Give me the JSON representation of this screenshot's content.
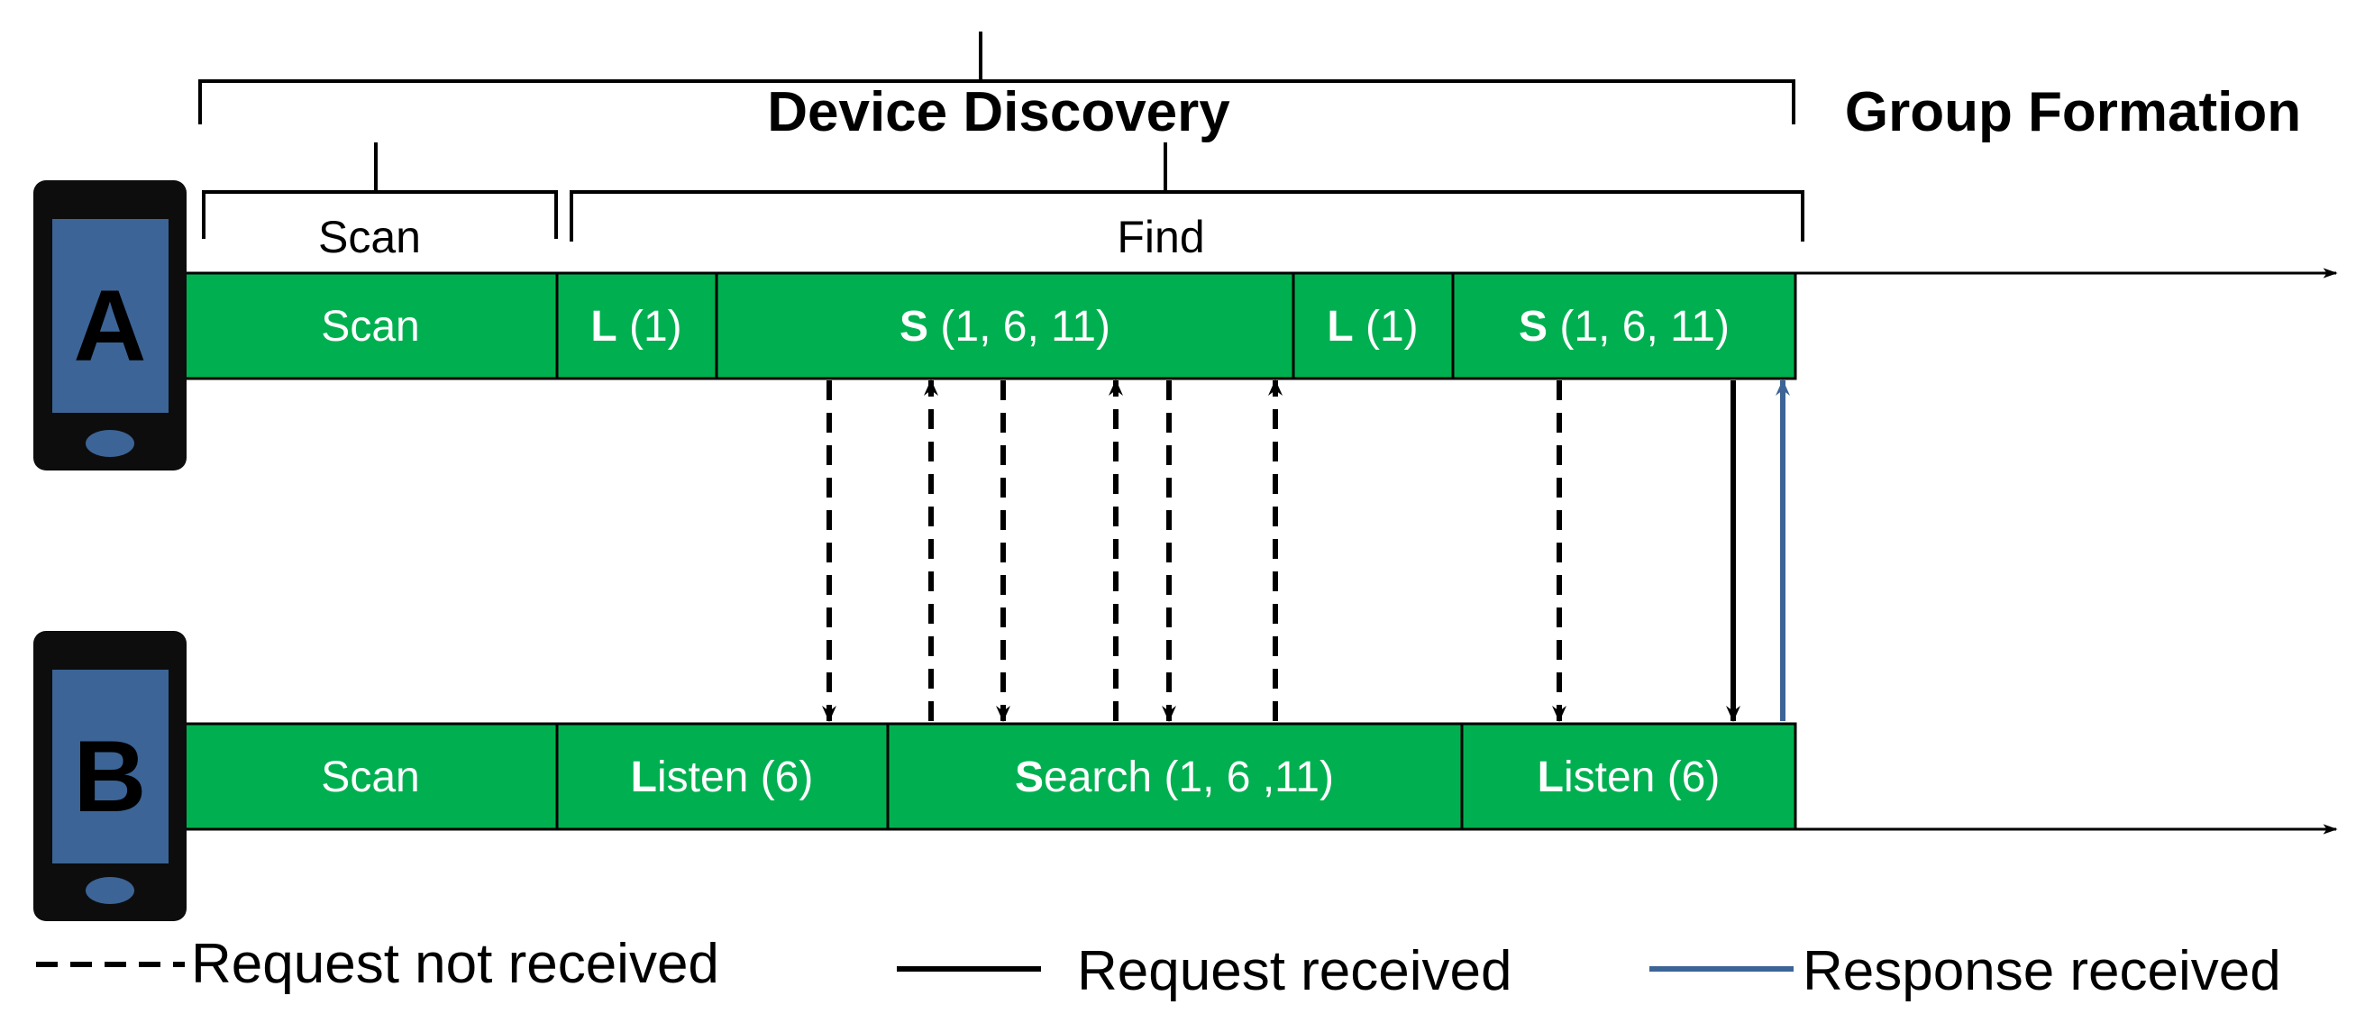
{
  "titles": {
    "device_discovery": "Device Discovery",
    "group_formation": "Group Formation",
    "scan": "Scan",
    "find": "Find"
  },
  "devices": [
    {
      "letter": "A",
      "segments": [
        {
          "bold": "",
          "rest": "Scan"
        },
        {
          "bold": "L",
          "rest": " (1)"
        },
        {
          "bold": "S",
          "rest": " (1, 6, 11)"
        },
        {
          "bold": "L",
          "rest": " (1)"
        },
        {
          "bold": "S",
          "rest": " (1, 6, 11)"
        }
      ]
    },
    {
      "letter": "B",
      "segments": [
        {
          "bold": "",
          "rest": "Scan"
        },
        {
          "bold": "L",
          "rest": "isten (6)"
        },
        {
          "bold": "S",
          "rest": "earch (1, 6 ,11)"
        },
        {
          "bold": "L",
          "rest": "isten (6)"
        }
      ]
    }
  ],
  "messages": [
    {
      "from": "A",
      "to": "B",
      "kind": "request_not_received"
    },
    {
      "from": "B",
      "to": "A",
      "kind": "request_not_received"
    },
    {
      "from": "A",
      "to": "B",
      "kind": "request_not_received"
    },
    {
      "from": "B",
      "to": "A",
      "kind": "request_not_received"
    },
    {
      "from": "A",
      "to": "B",
      "kind": "request_not_received"
    },
    {
      "from": "B",
      "to": "A",
      "kind": "request_not_received"
    },
    {
      "from": "A",
      "to": "B",
      "kind": "request_not_received"
    },
    {
      "from": "A",
      "to": "B",
      "kind": "request_received"
    },
    {
      "from": "B",
      "to": "A",
      "kind": "response_received"
    }
  ],
  "legend": {
    "request_not_received": "Request not received",
    "request_received": "Request received",
    "response_received": "Response received"
  },
  "colors": {
    "segment_fill": "#00b050",
    "phone_body": "#0d0d0d",
    "phone_screen": "#3c6496",
    "response_line": "#3c6496",
    "request_line": "#000000"
  }
}
